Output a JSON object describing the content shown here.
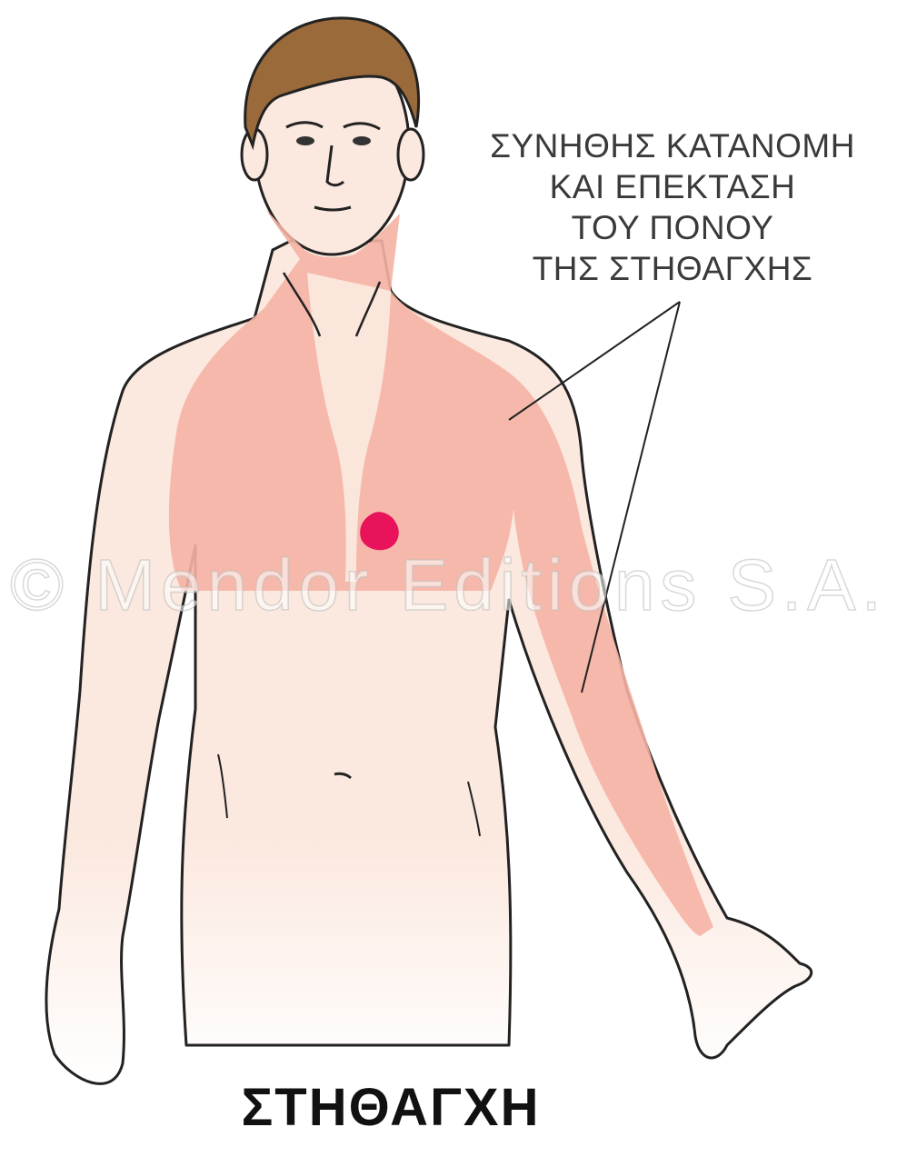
{
  "annotation": {
    "lines": [
      "ΣΥΝΗΘΗΣ ΚΑΤΑΝΟΜΗ",
      "ΚΑΙ ΕΠΕΚΤΑΣΗ",
      "ΤΟΥ ΠΟΝΟΥ",
      "ΤΗΣ ΣΤΗΘΑΓΧΗΣ"
    ]
  },
  "caption": "ΣΤΗΘΑΓΧΗ",
  "watermark": "© Mendor Editions S.A.",
  "colors": {
    "skin": "#fbe8de",
    "pain_area": "#f5b2a4",
    "pain_focus": "#e8135a",
    "hair": "#9a6a3a",
    "outline": "#222222"
  }
}
